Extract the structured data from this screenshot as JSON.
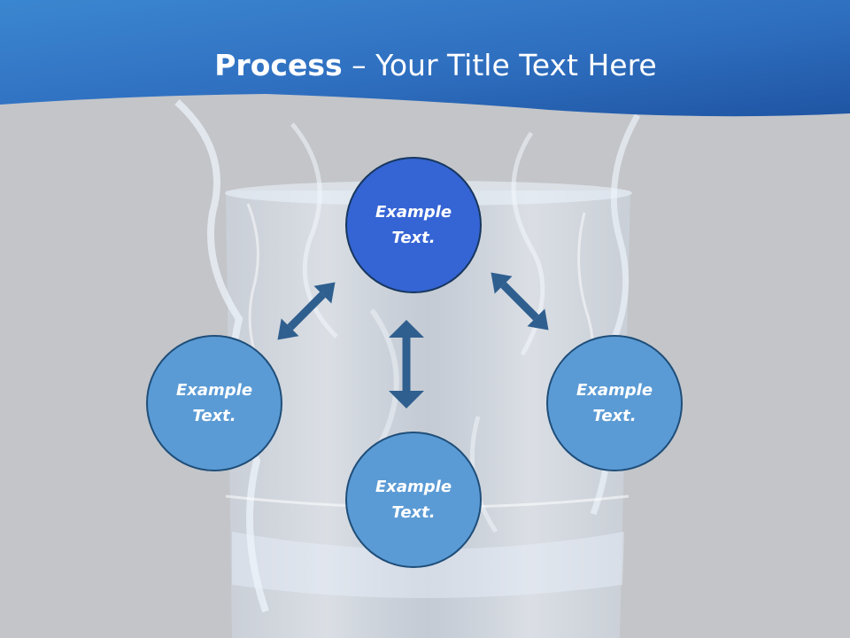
{
  "slide": {
    "title_bold": "Process",
    "title_rest": " – Your Title Text Here"
  },
  "nodes": {
    "top": {
      "line1": "Example",
      "line2": "Text."
    },
    "left": {
      "line1": "Example",
      "line2": "Text."
    },
    "right": {
      "line1": "Example",
      "line2": "Text."
    },
    "bottom": {
      "line1": "Example",
      "line2": "Text."
    }
  },
  "colors": {
    "banner": "#2f6fc0",
    "background": "#c3c5c9",
    "node_light": "#5b9bd5",
    "node_dark": "#3564d4",
    "arrow": "#2f5f8f"
  }
}
